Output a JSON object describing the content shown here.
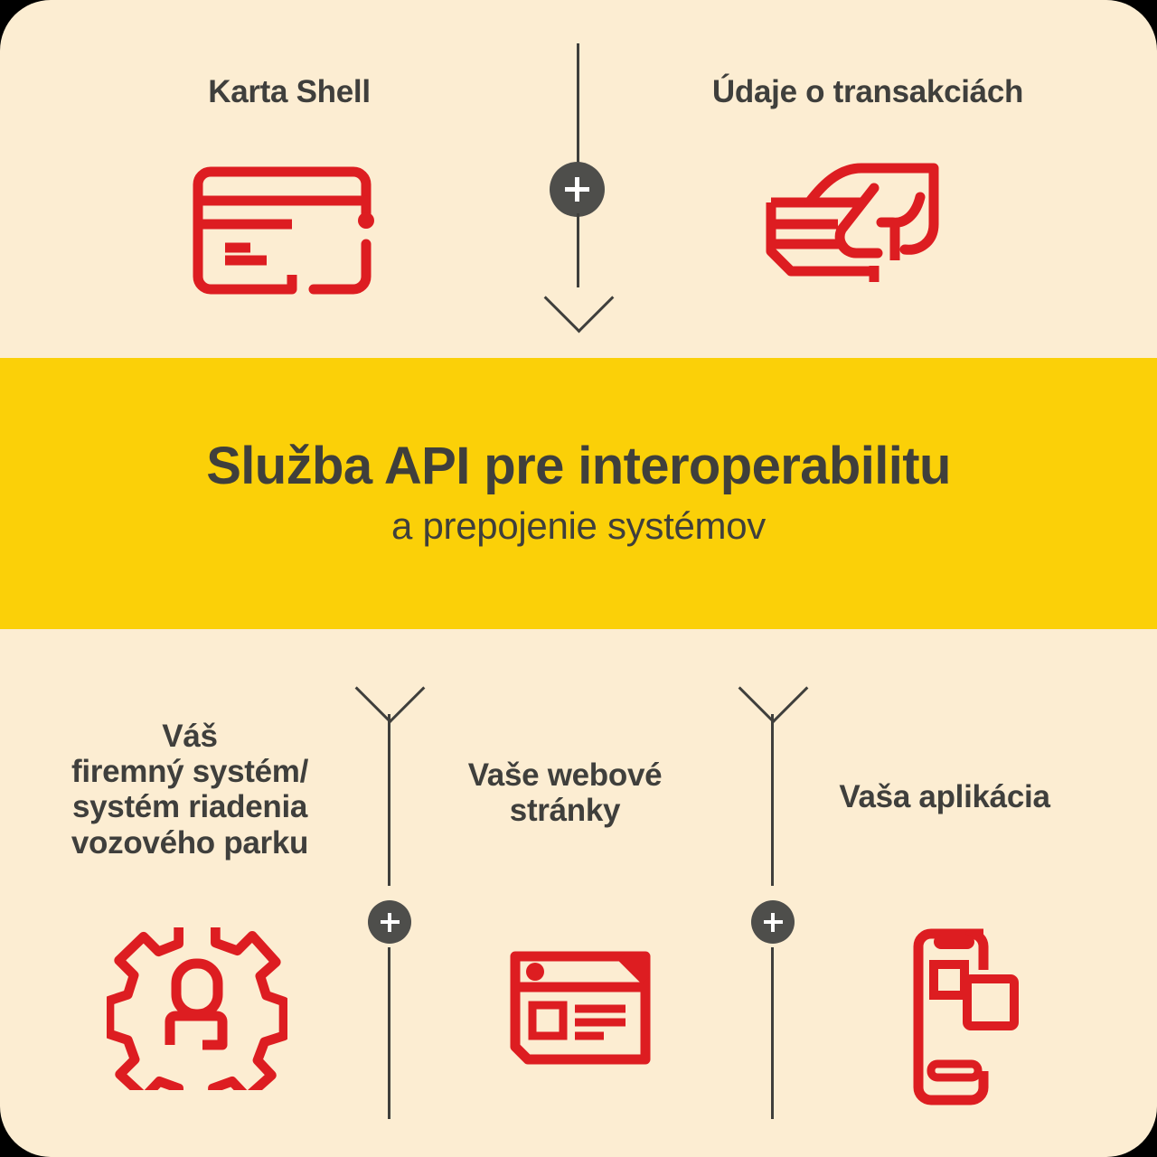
{
  "colors": {
    "background": "#FCEDD2",
    "banner": "#FBD008",
    "accent_red": "#DD1D21",
    "text_dark": "#3F3F3C",
    "badge_gray": "#4E4E4B",
    "page_outside": "#000000"
  },
  "top": {
    "left_heading": "Karta Shell",
    "right_heading": "Údaje o transakciách",
    "card_icon_name": "credit-card-icon",
    "transactions_icon_name": "hand-holding-card-icon",
    "plus_symbol": "+",
    "arrow_symbol": "↓"
  },
  "banner": {
    "title": "Služba API pre interoperabilitu",
    "subtitle": "a prepojenie systémov"
  },
  "bottom": {
    "items": [
      {
        "label": "Váš\nfiremný systém/\nsystém riadenia\nvozového parku",
        "lines": [
          "Váš",
          "firemný systém/",
          "systém riadenia",
          "vozového parku"
        ],
        "icon_name": "gear-person-icon"
      },
      {
        "label": "Vaše webové\nstránky",
        "lines": [
          "Vaše webové",
          "stránky"
        ],
        "icon_name": "browser-window-icon"
      },
      {
        "label": "Vaša aplikácia",
        "lines": [
          "Vaša aplikácia"
        ],
        "icon_name": "mobile-phone-icon"
      }
    ],
    "plus_symbol": "+",
    "chevron_symbol": "⌄"
  }
}
